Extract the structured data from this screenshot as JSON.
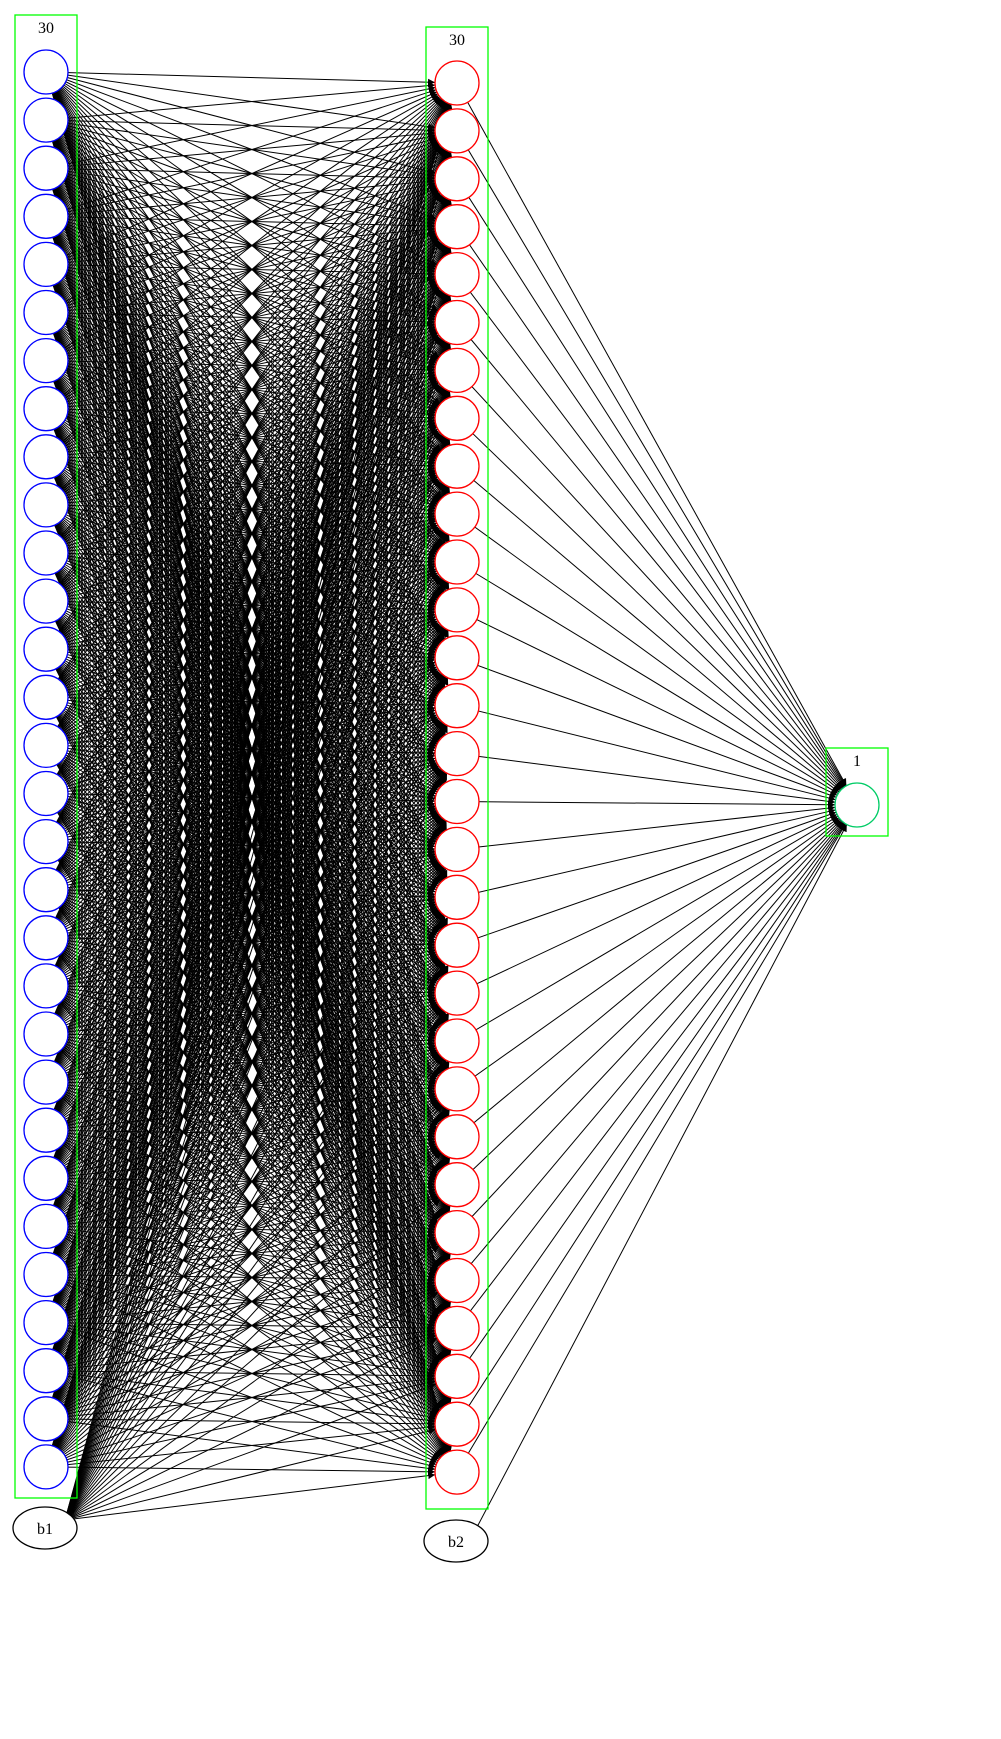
{
  "diagram": {
    "layers": [
      {
        "id": "input",
        "size_label": "30",
        "node_count": 30,
        "color": "#0000ff"
      },
      {
        "id": "hidden",
        "size_label": "30",
        "node_count": 30,
        "color": "#ff0000"
      },
      {
        "id": "output",
        "size_label": "1",
        "node_count": 1,
        "color": "#00cc66"
      }
    ],
    "biases": [
      {
        "id": "b1",
        "label": "b1",
        "feeds_layer": "hidden"
      },
      {
        "id": "b2",
        "label": "b2",
        "feeds_layer": "output"
      }
    ],
    "colors": {
      "layer_box": "#00ff00",
      "edge": "#000000",
      "bias_node": "#000000"
    },
    "connectivity": "fully-connected"
  }
}
